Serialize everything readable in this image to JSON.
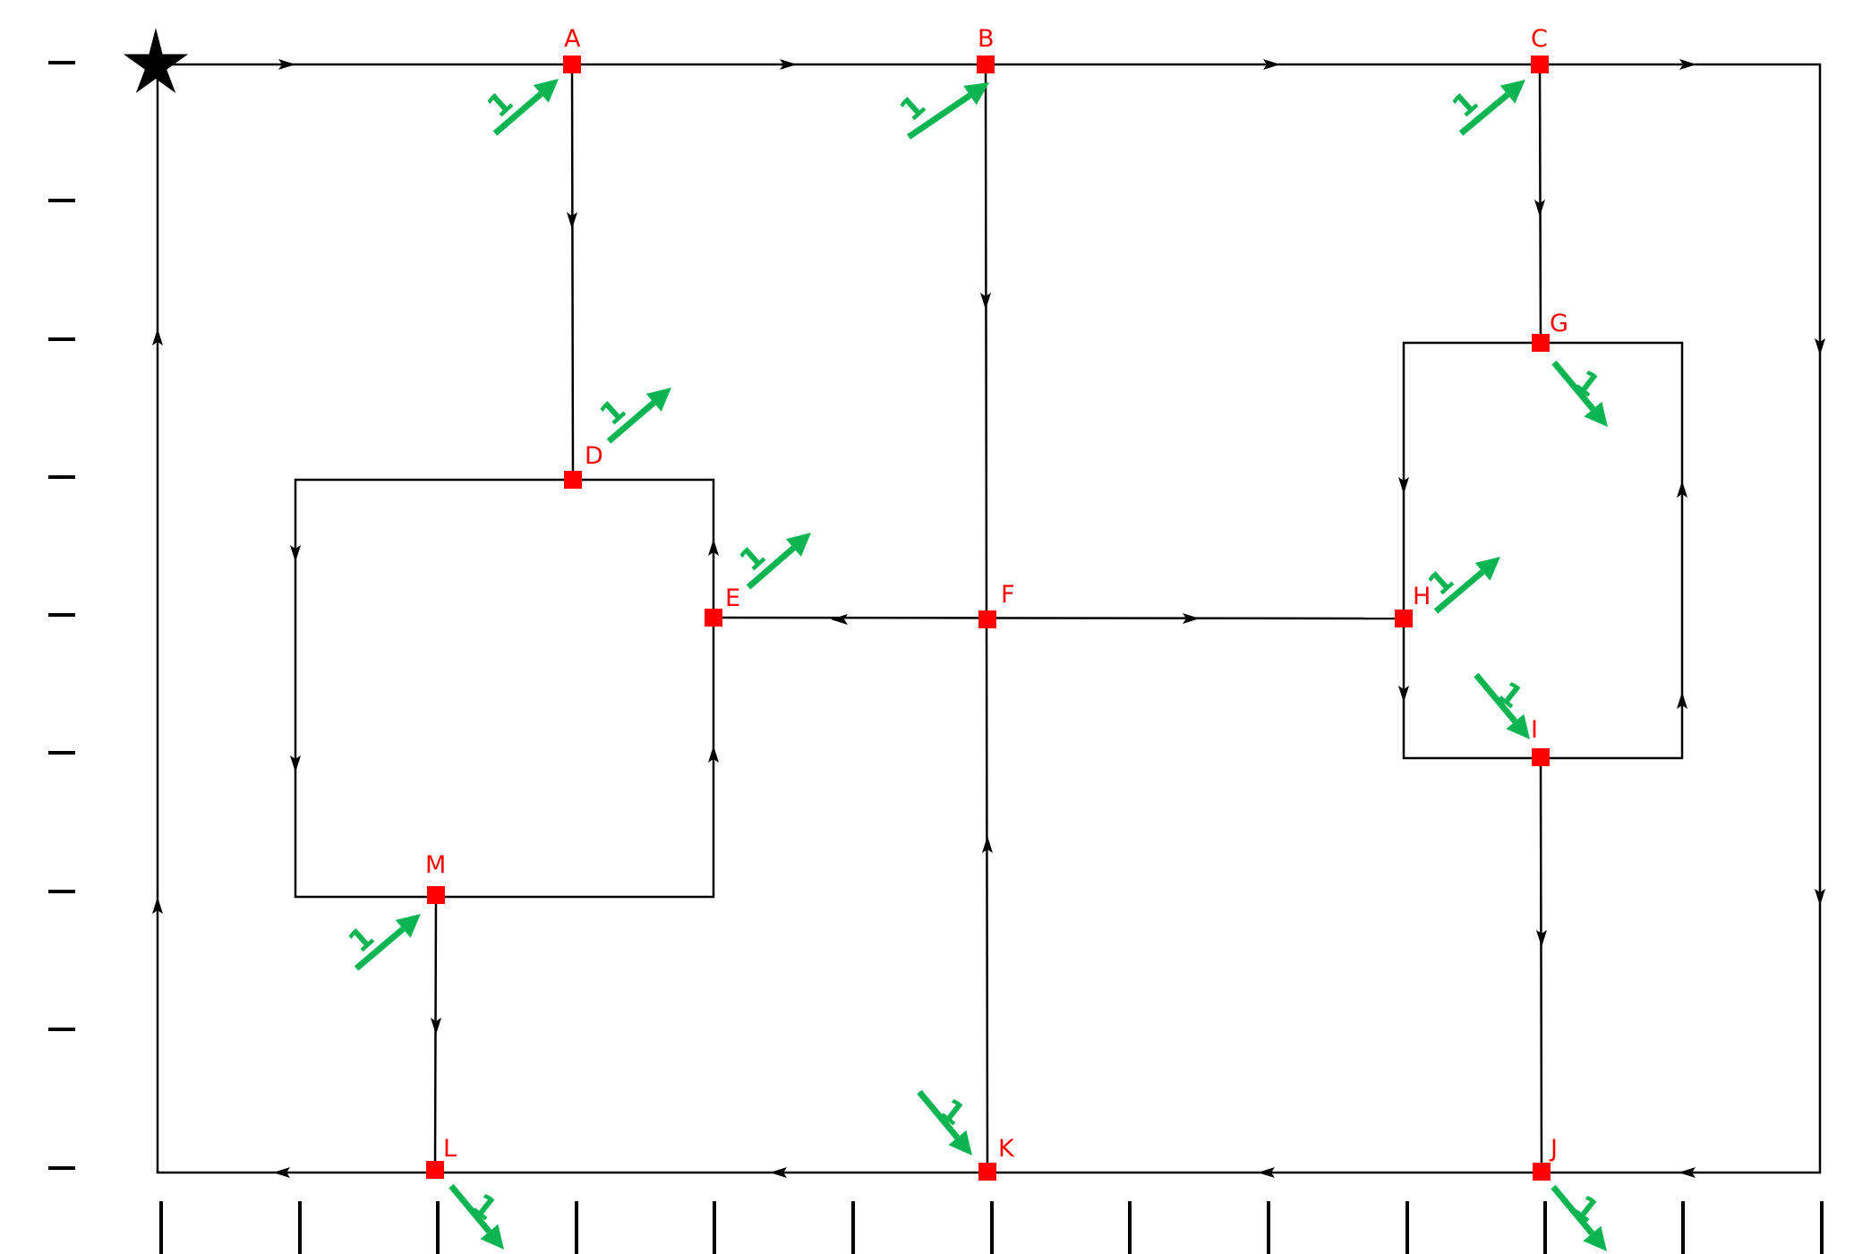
{
  "colors": {
    "wire": "#000000",
    "node": "#ff0000",
    "flow_arrow": "#0db552",
    "start_marker": "#000000",
    "tick": "#000000"
  },
  "start_marker": {
    "icon": "star-icon"
  },
  "nodes": [
    {
      "id": "A",
      "label": "A"
    },
    {
      "id": "B",
      "label": "B"
    },
    {
      "id": "C",
      "label": "C"
    },
    {
      "id": "D",
      "label": "D"
    },
    {
      "id": "E",
      "label": "E"
    },
    {
      "id": "F",
      "label": "F"
    },
    {
      "id": "G",
      "label": "G"
    },
    {
      "id": "H",
      "label": "H"
    },
    {
      "id": "I",
      "label": "I"
    },
    {
      "id": "J",
      "label": "J"
    },
    {
      "id": "K",
      "label": "K"
    },
    {
      "id": "L",
      "label": "L"
    },
    {
      "id": "M",
      "label": "M"
    }
  ],
  "flow_labels": [
    {
      "node": "A",
      "direction": "up-right",
      "label": "1"
    },
    {
      "node": "B",
      "direction": "up-right",
      "label": "1"
    },
    {
      "node": "C",
      "direction": "up-right",
      "label": "1"
    },
    {
      "node": "D",
      "direction": "up-right",
      "label": "1"
    },
    {
      "node": "E",
      "direction": "up-right",
      "label": "1"
    },
    {
      "node": "G",
      "direction": "down-right",
      "label": "1"
    },
    {
      "node": "H",
      "direction": "up-right",
      "label": "1"
    },
    {
      "node": "I",
      "direction": "down-right",
      "label": "1"
    },
    {
      "node": "J",
      "direction": "down-right",
      "label": "1"
    },
    {
      "node": "K",
      "direction": "down-right",
      "label": "1"
    },
    {
      "node": "L",
      "direction": "down-right",
      "label": "1"
    },
    {
      "node": "M",
      "direction": "up-right",
      "label": "1"
    }
  ]
}
